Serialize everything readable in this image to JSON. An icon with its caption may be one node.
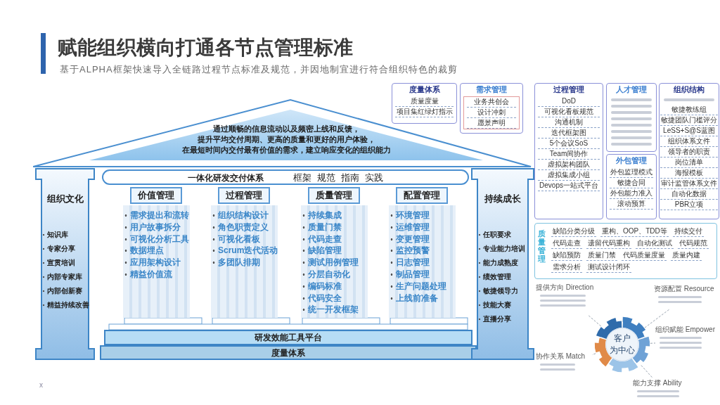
{
  "diagram": {
    "title": "赋能组织横向打通各节点管理标准",
    "nodes": [
      {
        "text": [
          "通过顺畅的信息流动以及频密上线和反馈，",
          "提升平均交付周期、更高的质量和更好的用户体验，",
          "在最短时间内交付最有价值的需求，建立响应变化的组织能力"
        ]
      },
      {
        "text": [
          "一体化研发交付体系",
          "框架",
          "规范",
          "指南",
          "实践"
        ]
      },
      {
        "text": [
          "组织文化",
          "知识库",
          "专家分享",
          "宣贯培训",
          "内部专家库",
          "内部创新赛",
          "精益持续改善"
        ]
      },
      {
        "text": [
          "价值管理"
        ]
      },
      {
        "text": [
          "需求提出和流转",
          "用户故事拆分",
          "可视化分析工具",
          "数据埋点",
          "应用架构设计",
          "精益价值流"
        ]
      },
      {
        "text": [
          "过程管理"
        ]
      },
      {
        "text": [
          "组织结构设计",
          "角色职责定义",
          "可视化看板",
          "Scrum迭代活动",
          "多团队排期"
        ]
      },
      {
        "text": [
          "质量管理"
        ]
      },
      {
        "text": [
          "持续集成",
          "质量门禁",
          "代码走查",
          "缺陷管理",
          "测试用例管理",
          "分层自动化",
          "编码标准",
          "代码安全",
          "统一开发框架"
        ]
      },
      {
        "text": [
          "配置管理"
        ]
      },
      {
        "text": [
          "环境管理",
          "运维管理",
          "变更管理",
          "监控预警",
          "日志管理",
          "制品管理",
          "生产问题处理",
          "上线前准备"
        ]
      },
      {
        "text": [
          "研发效能工具平台"
        ]
      },
      {
        "text": [
          "度量体系"
        ]
      },
      {
        "text": [
          "持续成长",
          "任职要求",
          "专业能力培训",
          "能力成熟度",
          "绩效管理",
          "敏捷领导力",
          "技能大赛",
          "直播分享"
        ]
      },
      {
        "text": [
          "度量体系",
          "质量度量",
          "项目集红绿灯指示"
        ]
      },
      {
        "text": [
          "需求管理",
          "业务共创会",
          "设计冲刺",
          "愿景声明"
        ]
      },
      {
        "text": [
          "过程管理",
          "DoD",
          "可视化看板规范",
          "沟通机制",
          "迭代框架图",
          "5个会议SoS",
          "Team间协作",
          "虚拟架构团队",
          "虚拟集成小组",
          "Devops一站式平台"
        ]
      },
      {
        "text": [
          "人才管理"
        ]
      },
      {
        "text": [
          "外包管理",
          "外包监理模式",
          "敏捷合同",
          "外包能力准入",
          "滚动预算"
        ]
      },
      {
        "text": [
          "组织结构",
          "敏捷教练组",
          "敏捷团队门槛评分",
          "LeSS+S@S蓝图",
          "组织体系文件",
          "领导者的职责",
          "岗位清单",
          "海报模板",
          "审计监管体系文件",
          "自动化数据",
          "PBR立项"
        ]
      },
      {
        "text": [
          "质量管理",
          "缺陷分类分级",
          "重构、OOP、TDD等",
          "持续交付",
          "代码走查",
          "遗留代码重构",
          "自动化测试",
          "代码规范",
          "缺陷预防",
          "质量门禁",
          "代码质量度量",
          "质量内建",
          "需求分析",
          "测试设计闭环"
        ]
      },
      {
        "text": [
          "客户",
          "为中心"
        ]
      },
      {
        "text": [
          "提供方向 Direction"
        ]
      },
      {
        "text": [
          "资源配置 Resource"
        ]
      },
      {
        "text": [
          "组织赋能 Empower"
        ]
      },
      {
        "text": [
          "协作关系 Match"
        ]
      },
      {
        "text": [
          "能力支撑 Ability"
        ]
      }
    ],
    "edges": [
      {
        "from": 21,
        "to": 22,
        "arrow": "none",
        "style": "dashed"
      },
      {
        "from": 21,
        "to": 23,
        "arrow": "none",
        "style": "dashed"
      },
      {
        "from": 21,
        "to": 24,
        "arrow": "none",
        "style": "dashed"
      },
      {
        "from": 21,
        "to": 25,
        "arrow": "none",
        "style": "dashed"
      },
      {
        "from": 21,
        "to": 26,
        "arrow": "none",
        "style": "dashed"
      }
    ],
    "labels": [
      "基于ALPHA框架快速导入全链路过程节点标准及规范，并因地制宜进行符合组织特色的裁剪",
      "x"
    ]
  }
}
